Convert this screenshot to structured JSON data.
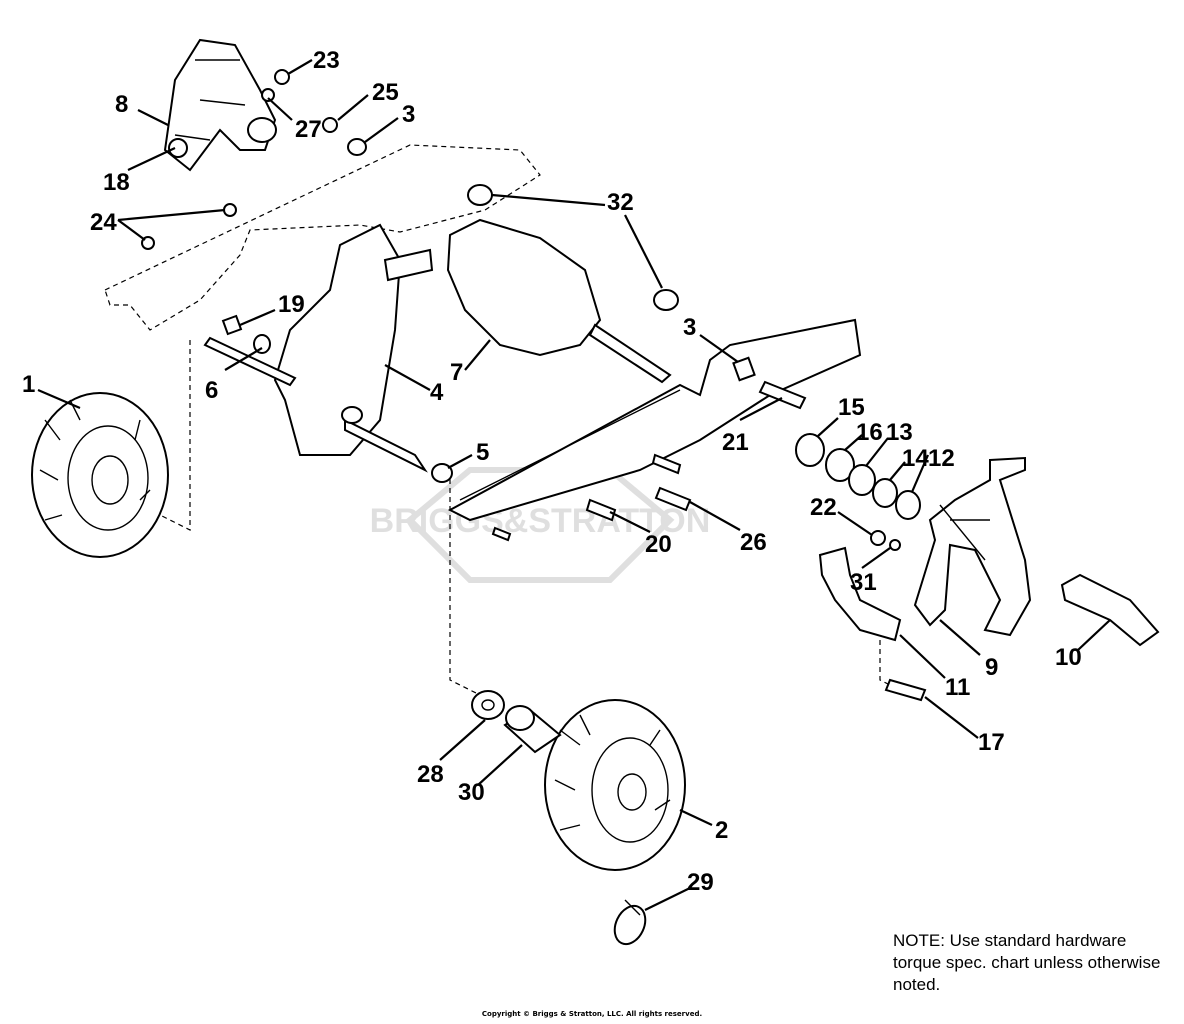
{
  "diagram": {
    "watermark": "BRIGGS&STRATTON",
    "callouts": [
      "1",
      "2",
      "3",
      "3",
      "4",
      "5",
      "6",
      "7",
      "8",
      "9",
      "10",
      "11",
      "12",
      "13",
      "14",
      "15",
      "16",
      "17",
      "18",
      "19",
      "20",
      "21",
      "22",
      "23",
      "24",
      "25",
      "26",
      "27",
      "28",
      "29",
      "30",
      "31",
      "32"
    ]
  },
  "note": "NOTE: Use standard hardware torque spec. chart unless otherwise noted.",
  "copyright": "Copyright © Briggs & Stratton, LLC. All rights reserved."
}
